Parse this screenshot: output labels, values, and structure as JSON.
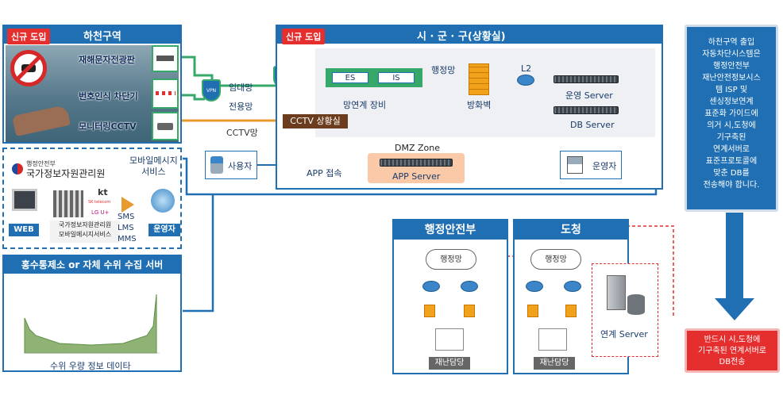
{
  "hacheon": {
    "badge": "신규 도입",
    "title": "하천구역",
    "devices": [
      "재해문자전광판",
      "번호인식 차단기",
      "모니터링CCTV"
    ]
  },
  "links": {
    "lease": "임대망",
    "dedicated": "전용망",
    "cctv_net": "CCTV망",
    "vpn": "VPN"
  },
  "mobile": {
    "agency_top": "행정안전부",
    "agency": "국가정보자원관리원",
    "service_title": "모바일메시지\n서비스",
    "web": "WEB",
    "center": "국가정보자원관리원\n모바일메시지서비스",
    "sms": "SMS",
    "lms": "LMS",
    "mms": "MMS",
    "operator": "운영자",
    "kt": "kt",
    "skt": "SK telecom",
    "lgu": "LG U+"
  },
  "flood": {
    "title": "홍수통제소 or 자체 수위 수집 서버",
    "caption": "수위 우량 정보 데이타"
  },
  "situation": {
    "badge": "신규 도입",
    "title": "시 · 군 · 구(상황실)",
    "es": "ES",
    "is": "IS",
    "link_device": "망연계 장비",
    "admin_net": "행정망",
    "firewall": "방화벽",
    "l2": "L2",
    "ops_server": "운영 Server",
    "db_server": "DB Server",
    "cctv_room": "CCTV 상황실",
    "dmz": "DMZ Zone",
    "app_server": "APP Server",
    "app_access": "APP 접속",
    "user": "사용자",
    "operator": "운영자"
  },
  "mois": {
    "title": "행정안전부",
    "cloud": "행정망",
    "tier": "재난담당"
  },
  "province": {
    "title": "도청",
    "cloud": "행정망",
    "tier": "재난담당",
    "link_server": "연계 Server"
  },
  "note": {
    "text": "하천구역 출입\n자동차단시스템은\n행정안전부\n재난안전정보시스\n템 ISP 및\n센싱정보연계\n표준화 가이드에\n의거 시,도청에\n기구축된\n연계서버로\n표준프로토콜에\n맞춘 DB를\n전송해야 합니다."
  },
  "callout": {
    "text": "반드시 시,도청에\n기구축된 연계서버로\nDB전송"
  },
  "colors": {
    "primary": "#1f6fb2",
    "accent_red": "#e52e2e",
    "green": "#35a86a",
    "orange": "#e89a2c",
    "cctv_brown": "#6b3d1e"
  }
}
